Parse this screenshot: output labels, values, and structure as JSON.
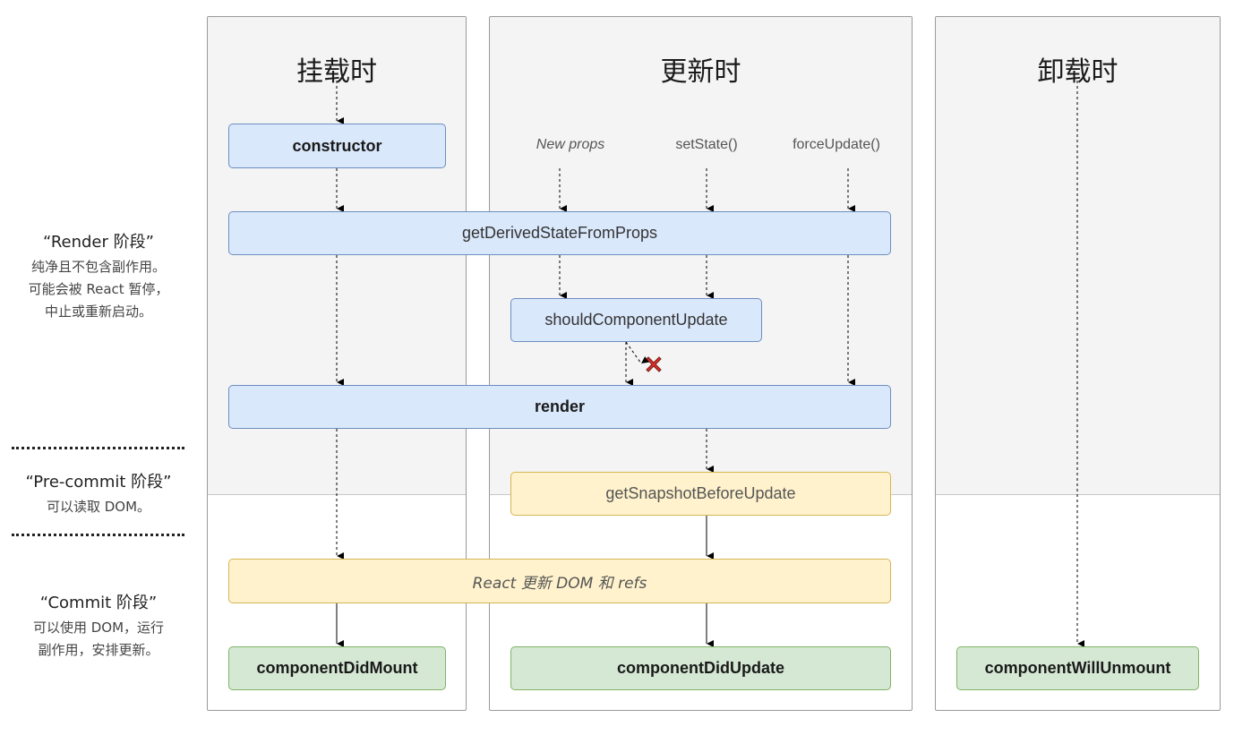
{
  "phases": {
    "render": {
      "title": "“Render 阶段”",
      "lines": [
        "纯净且不包含副作用。",
        "可能会被 React 暂停，",
        "中止或重新启动。"
      ]
    },
    "precommit": {
      "title": "“Pre-commit 阶段”",
      "lines": [
        "可以读取 DOM。"
      ]
    },
    "commit": {
      "title": "“Commit 阶段”",
      "lines": [
        "可以使用 DOM，运行",
        "副作用，安排更新。"
      ]
    }
  },
  "columns": {
    "mount": {
      "title": "挂载时"
    },
    "update": {
      "title": "更新时"
    },
    "unmount": {
      "title": "卸载时"
    }
  },
  "triggers": {
    "new_props": "New props",
    "set_state": "setState()",
    "force_update": "forceUpdate()"
  },
  "methods": {
    "constructor": "constructor",
    "get_derived_state": "getDerivedStateFromProps",
    "should_component_update": "shouldComponentUpdate",
    "render": "render",
    "get_snapshot": "getSnapshotBeforeUpdate",
    "react_updates_dom": "React 更新 DOM 和 refs",
    "component_did_mount": "componentDidMount",
    "component_did_update": "componentDidUpdate",
    "component_will_unmount": "componentWillUnmount"
  },
  "colors": {
    "render_box_fill": "#dae8fc",
    "render_box_border": "#6c8ebf",
    "precommit_box_fill": "#fff2cc",
    "precommit_box_border": "#d6b656",
    "commit_box_fill": "#d5e8d4",
    "commit_box_border": "#82b366",
    "cancel_mark": "#d9332b"
  },
  "icons": {
    "cancel": "cross-mark-icon"
  }
}
